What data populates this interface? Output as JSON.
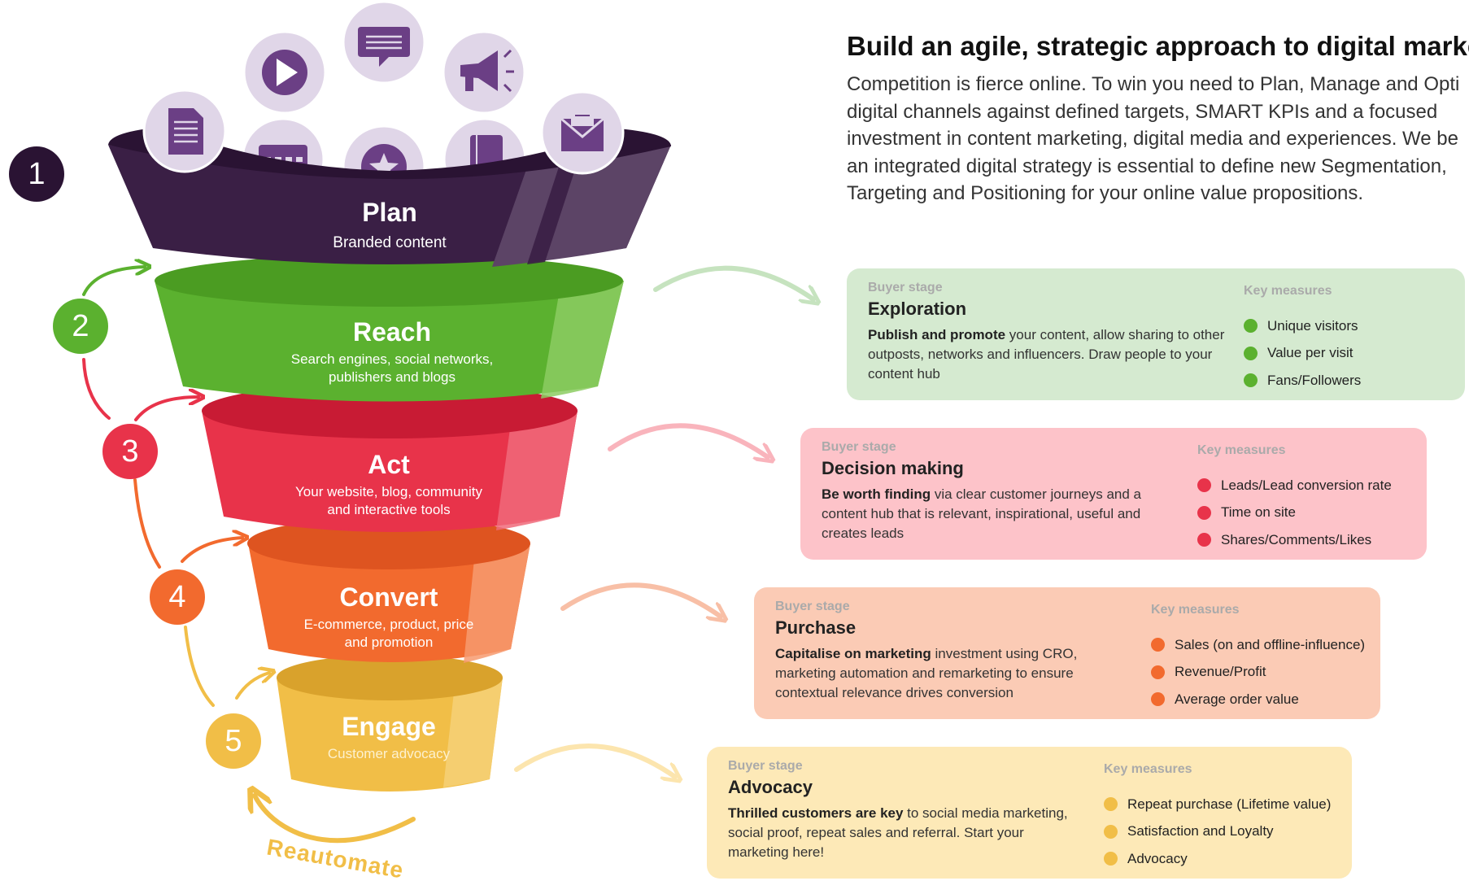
{
  "colors": {
    "plan": "#3A1F45",
    "reach": "#5BB12F",
    "act": "#E8334A",
    "convert": "#F26A2E",
    "engage": "#F1BE47",
    "icon_bg": "#E0D6E8",
    "icon_fg": "#6B3F85"
  },
  "header": {
    "title": "Build an agile, strategic approach to digital marketi",
    "body_lines": [
      "Competition is fierce online. To win you need to Plan, Manage and Opti",
      "digital channels against defined targets, SMART KPIs and a focused",
      "investment in content marketing, digital media and experiences. We be",
      "an integrated digital strategy is essential to define new Segmentation,",
      "Targeting and Positioning for your online value propositions."
    ]
  },
  "funnel": {
    "plan": {
      "number": "1",
      "title": "Plan",
      "subtitle": "Branded content"
    },
    "reach": {
      "number": "2",
      "title": "Reach",
      "subtitle_line1": "Search engines, social networks,",
      "subtitle_line2": "publishers and blogs"
    },
    "act": {
      "number": "3",
      "title": "Act",
      "subtitle_line1": "Your website, blog, community",
      "subtitle_line2": "and interactive tools"
    },
    "convert": {
      "number": "4",
      "title": "Convert",
      "subtitle_line1": "E-commerce, product, price",
      "subtitle_line2": "and promotion"
    },
    "engage": {
      "number": "5",
      "title": "Engage",
      "subtitle": "Customer advocacy"
    }
  },
  "icons": [
    "document-icon",
    "video-play-icon",
    "chat-message-icon",
    "megaphone-icon",
    "email-icon",
    "calendar-icon",
    "star-badge-icon",
    "notebook-icon"
  ],
  "reautomate_label": "Reautomate",
  "cards": [
    {
      "buyer_stage_label": "Buyer stage",
      "stage": "Exploration",
      "desc_bold": "Publish and promote",
      "desc_rest": " your content, allow sharing to other outposts, networks and influencers. Draw people to your content hub",
      "key_measures_label": "Key measures",
      "measures": [
        "Unique visitors",
        "Value per visit",
        "Fans/Followers"
      ],
      "bg": "#D5EAD0",
      "dot": "#5BB12F"
    },
    {
      "buyer_stage_label": "Buyer stage",
      "stage": "Decision making",
      "desc_bold": "Be worth finding",
      "desc_rest": " via clear customer journeys and a content hub that is relevant, inspirational, useful and creates leads",
      "key_measures_label": "Key measures",
      "measures": [
        "Leads/Lead conversion rate",
        "Time on site",
        "Shares/Comments/Likes"
      ],
      "bg": "#FDC3C9",
      "dot": "#E8334A"
    },
    {
      "buyer_stage_label": "Buyer stage",
      "stage": "Purchase",
      "desc_bold": "Capitalise on marketing",
      "desc_rest": " investment using CRO, marketing automation and remarketing to ensure contextual relevance drives conversion",
      "key_measures_label": "Key measures",
      "measures": [
        "Sales (on and offline-influence)",
        "Revenue/Profit",
        "Average order value"
      ],
      "bg": "#FBCBB5",
      "dot": "#F26A2E"
    },
    {
      "buyer_stage_label": "Buyer stage",
      "stage": "Advocacy",
      "desc_bold": "Thrilled customers are key",
      "desc_rest": " to social media marketing, social proof, repeat sales and referral. Start your marketing here!",
      "key_measures_label": "Key measures",
      "measures": [
        "Repeat purchase (Lifetime value)",
        "Satisfaction and Loyalty",
        "Advocacy"
      ],
      "bg": "#FDE9B7",
      "dot": "#F1BE47"
    }
  ]
}
